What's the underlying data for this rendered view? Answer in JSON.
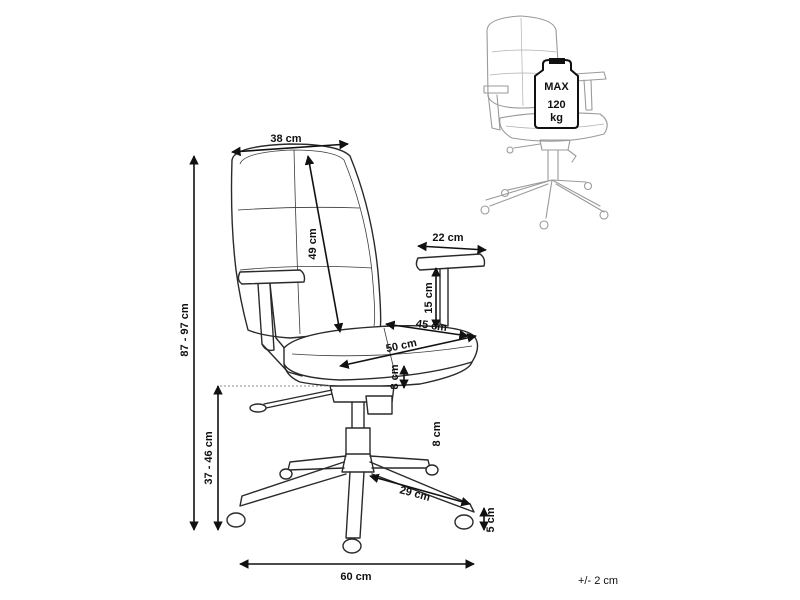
{
  "labels": {
    "backrest_width": "38 cm",
    "backrest_height": "49 cm",
    "total_height": "87 - 97 cm",
    "seat_height": "37 - 46 cm",
    "armrest_width": "22 cm",
    "armrest_height": "15 cm",
    "seat_depth": "45 cm",
    "seat_width": "50 cm",
    "seat_thickness": "8 cm",
    "gas_lift": "8 cm",
    "leg_length": "29 cm",
    "caster_height": "5 cm",
    "base_width": "60 cm"
  },
  "badge": {
    "line1": "MAX",
    "line2": "120",
    "line3": "kg"
  },
  "tolerance": "+/- 2 cm"
}
